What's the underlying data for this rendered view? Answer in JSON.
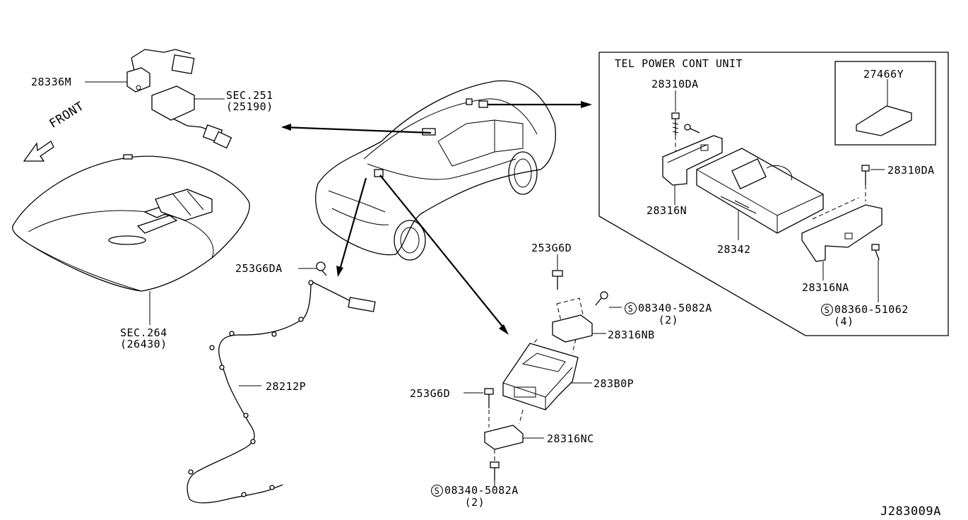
{
  "diagram_id": "J283009A",
  "box_title": "TEL POWER CONT UNIT",
  "front_label": "FRONT",
  "labels": {
    "p28336m": "28336M",
    "sec251": "SEC.251",
    "sec251_sub": "(25190)",
    "sec264": "SEC.264",
    "sec264_sub": "(26430)",
    "p25366da": "253G6DA",
    "p28212p": "28212P",
    "p25366d_top": "253G6D",
    "p08340_top": "08340-5082A",
    "p08340_top_qty": "(2)",
    "p28316nb": "28316NB",
    "p28380p": "283B0P",
    "p25366d_bot": "253G6D",
    "p28316nc": "28316NC",
    "p08340_bot": "08340-5082A",
    "p08340_bot_qty": "(2)",
    "p28310da_top": "28310DA",
    "p27466y": "27466Y",
    "p28310da_right": "28310DA",
    "p28316n": "28316N",
    "p28342": "28342",
    "p28316na": "28316NA",
    "p08360": "08360-51062",
    "p08360_qty": "(4)"
  },
  "screw_symbol": "S"
}
